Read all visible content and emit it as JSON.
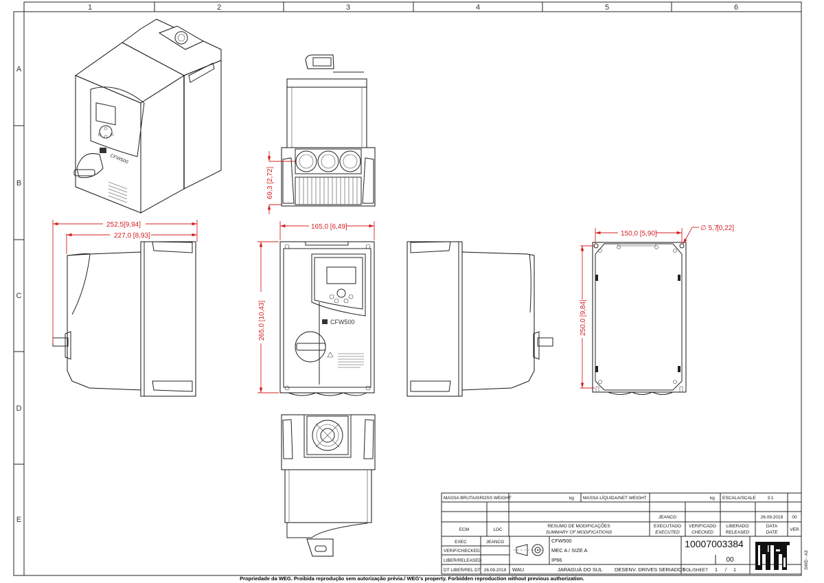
{
  "frame": {
    "columns": [
      "1",
      "2",
      "3",
      "4",
      "5",
      "6"
    ],
    "rows": [
      "A",
      "B",
      "C",
      "D",
      "E"
    ]
  },
  "dimensions": {
    "side_depth_total": "252,5",
    "side_depth_total_in": "[9,94]",
    "side_depth_body": "227,0 [8,93]",
    "top_height_gland": "69,3 [2,72]",
    "front_width": "165,0 [6,49]",
    "front_height": "265,0 [10,43]",
    "mount_width": "150,0 [5,90]",
    "mount_hole_dia": "∅ 5,7",
    "mount_hole_dia_in": "[0,22]",
    "mount_height": "250,0 [9,84]"
  },
  "title_block": {
    "gross_weight_label": "MASSA BRUTA/GROSS WEIGHT",
    "gross_weight_unit": "kg",
    "net_weight_label": "MASSA LÍQUIDA/NET WEIGHT",
    "net_weight_unit": "kg",
    "scale_label": "ESCALA/SCALE",
    "scale_value": "3:1",
    "rev_executed_by": "JEANCG",
    "rev_date": "26.09.2019",
    "rev_version": "00",
    "ecm_label": "ECM",
    "loc_label": "LOC",
    "summary_label_pt": "RESUMO DE MODIFICAÇÕES",
    "summary_label_en": "SUMMARY OF MODIFICATIONS",
    "executed_pt": "EXECUTADO",
    "executed_en": "EXECUTED",
    "checked_pt": "VERIFICADO",
    "checked_en": "CHECKED",
    "released_pt": "LIBERADO",
    "released_en": "RELEASED",
    "date_pt": "DATA",
    "date_en": "DATE",
    "ver_label": "VER",
    "exec_label": "EXEC",
    "exec_value": "JEANCG",
    "verif_label": "VERIF/CHECKED",
    "liber_label": "LIBER/RELEASED",
    "dt_liber_label": "DT LIBER/REL DT",
    "dt_liber_value": "26.09.2019",
    "product_name": "CFW500",
    "product_size": "MEC A / SIZE A",
    "product_ip": "IP66",
    "site_code": "WAU",
    "site_city": "JARAGUÁ DO SUL",
    "department": "DESENV. DRIVES SERIADOS",
    "drawing_number": "10007003384",
    "drawing_revision": "00",
    "sheet_label": "FOL/SHEET",
    "sheet_current": "1",
    "sheet_sep": "/",
    "sheet_total": "1",
    "logo_text": "WEG",
    "format_code": "SWD - A3"
  },
  "footer": {
    "copyright": "Propriedade da WEG. Proibida reprodução sem autorização prévia./ WEG's property. Forbidden reproduction without previous authorization."
  },
  "product_labels": {
    "front_brand": "CFW500"
  }
}
